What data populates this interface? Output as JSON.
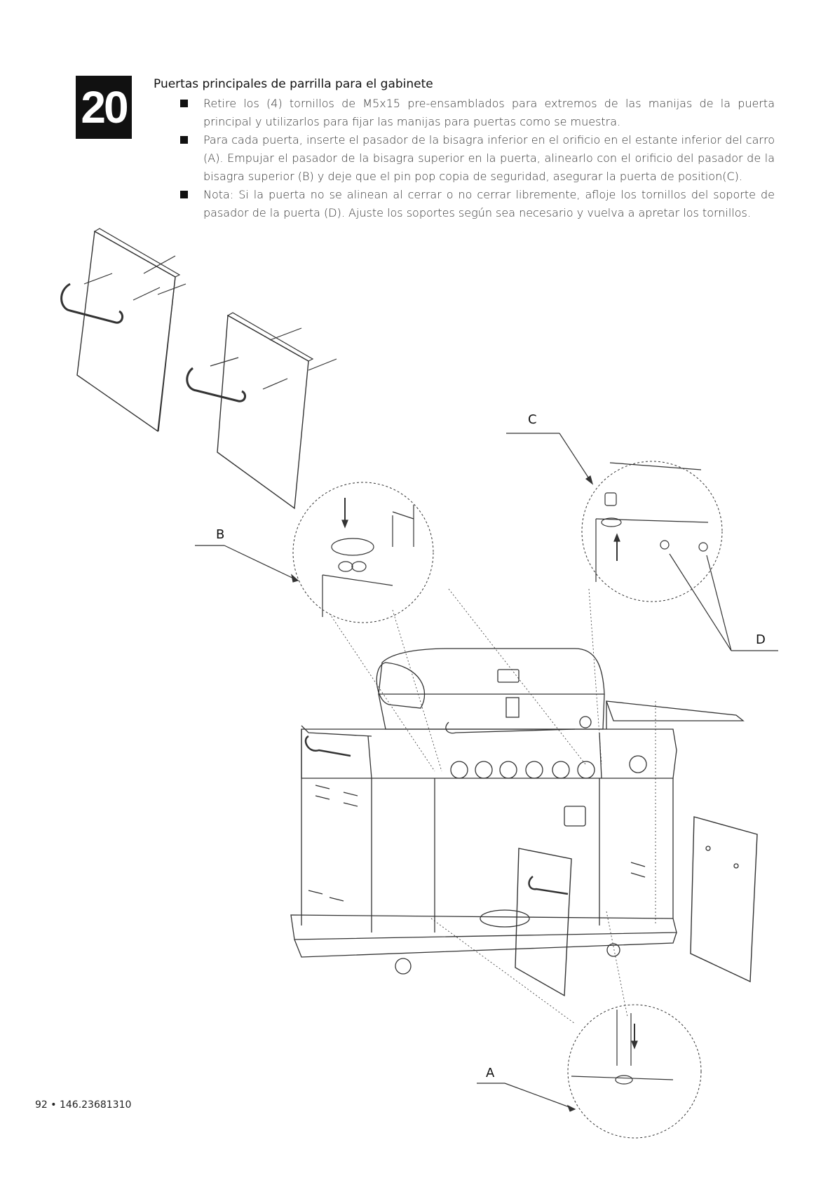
{
  "step": {
    "number": "20"
  },
  "heading": "Puertas principales de parrilla para el gabinete",
  "bullets": [
    "Retire los (4) tornillos de M5x15 pre-ensamblados para extremos de las manijas de la puerta principal y utilizarlos para fijar las manijas para puertas como se muestra.",
    "Para cada puerta, inserte el pasador de la bisagra inferior en el orificio en el estante inferior del carro (A). Empujar el pasador de la bisagra superior en la puerta, alinearlo con el orificio del pasador de la bisagra superior (B) y deje que el pin pop copia de seguridad, asegurar la puerta de position(C).",
    "Nota: Si la puerta no se alinean al cerrar o no cerrar libremente, afloje los tornillos del soporte de pasador de la puerta (D). Ajuste los soportes según sea necesario y vuelva a apretar los tornillos."
  ],
  "callouts": {
    "a": "A",
    "b": "B",
    "c": "C",
    "d": "D"
  },
  "footer": "92 • 146.23681310"
}
